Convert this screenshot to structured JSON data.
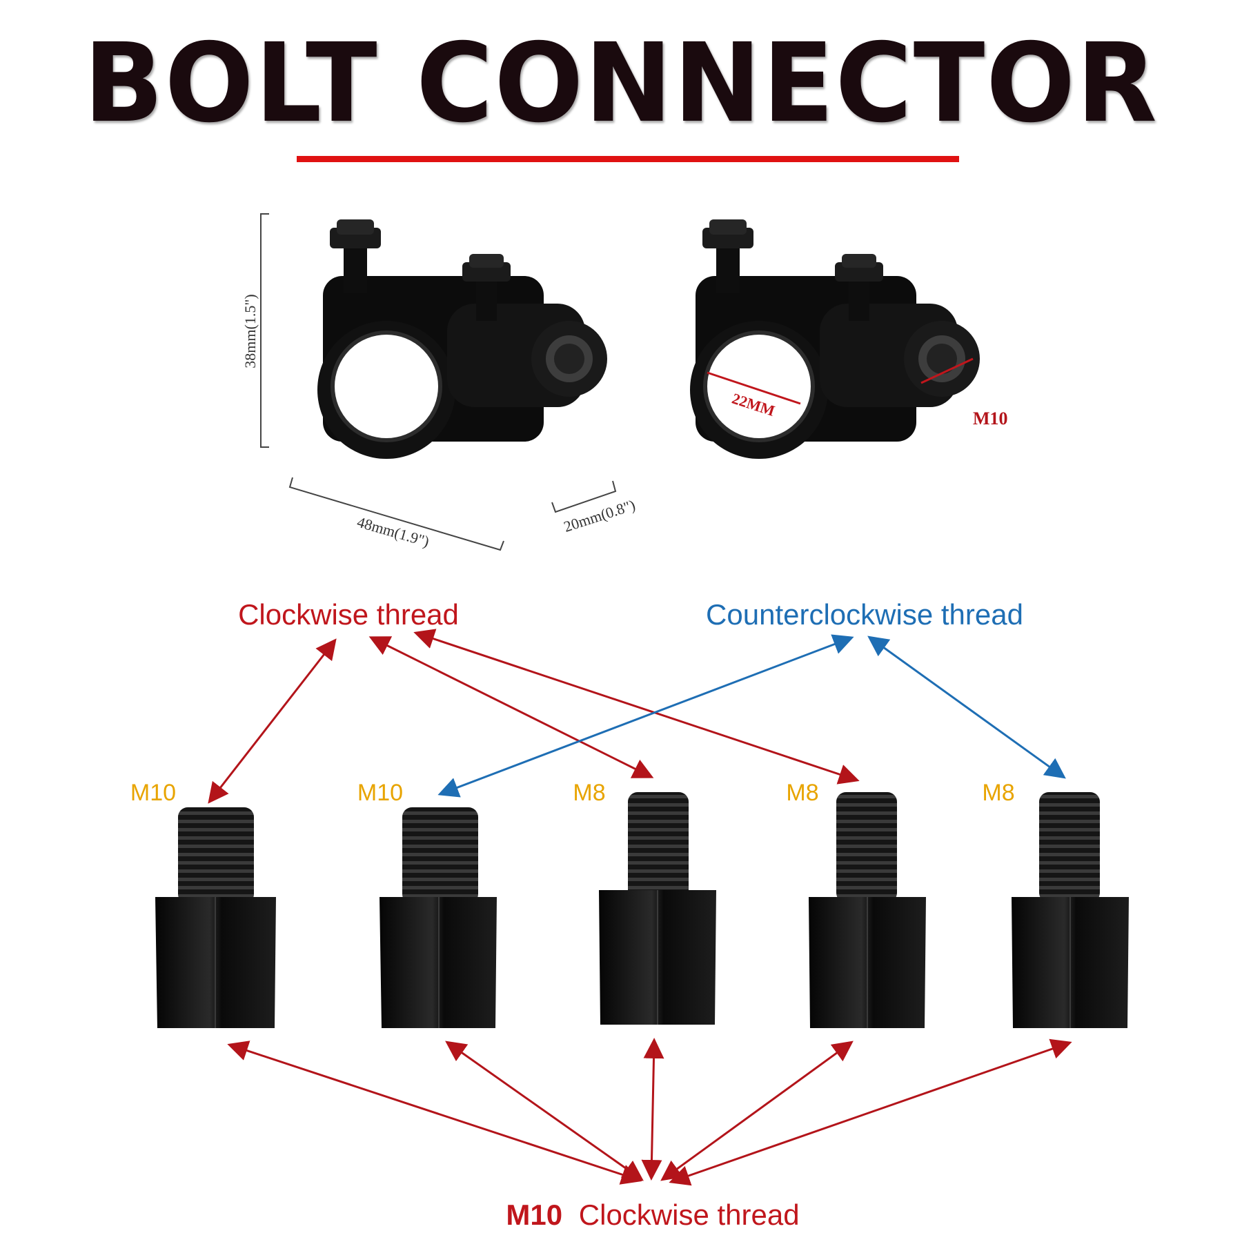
{
  "title": "BOLT CONNECTOR",
  "colors": {
    "title": "#1a0a0e",
    "rule": "#e01212",
    "clockwise": "#c0161c",
    "counterclockwise": "#1e6eb4",
    "size_label": "#e8a400",
    "part": "#111111"
  },
  "dimensions": {
    "height": "38mm(1.5\")",
    "width": "48mm(1.9\")",
    "depth": "20mm(0.8\")",
    "bore": "22MM",
    "thread": "M10"
  },
  "thread_labels": {
    "clockwise": "Clockwise thread",
    "counterclockwise": "Counterclockwise thread",
    "bottom_size": "M10",
    "bottom_text": "Clockwise thread"
  },
  "adapters": [
    {
      "size": "M10"
    },
    {
      "size": "M10"
    },
    {
      "size": "M8"
    },
    {
      "size": "M8"
    },
    {
      "size": "M8"
    }
  ]
}
